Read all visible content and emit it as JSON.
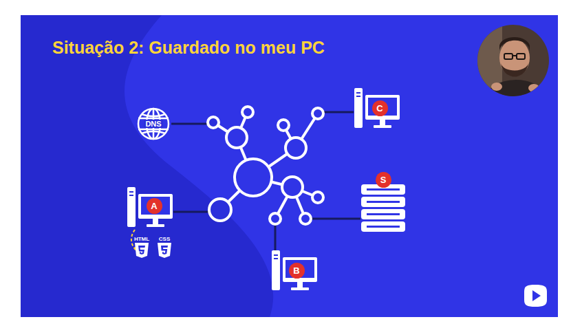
{
  "diagram": {
    "title": "Situação 2: Guardado no meu PC",
    "nodes": [
      {
        "text": [
          "C"
        ]
      },
      {
        "text": [
          "DNS"
        ]
      },
      {
        "text": [
          "S"
        ]
      },
      {
        "text": [
          "A"
        ]
      },
      {
        "text": [
          "B"
        ]
      }
    ],
    "labels": [
      "HTML",
      "CSS"
    ]
  }
}
